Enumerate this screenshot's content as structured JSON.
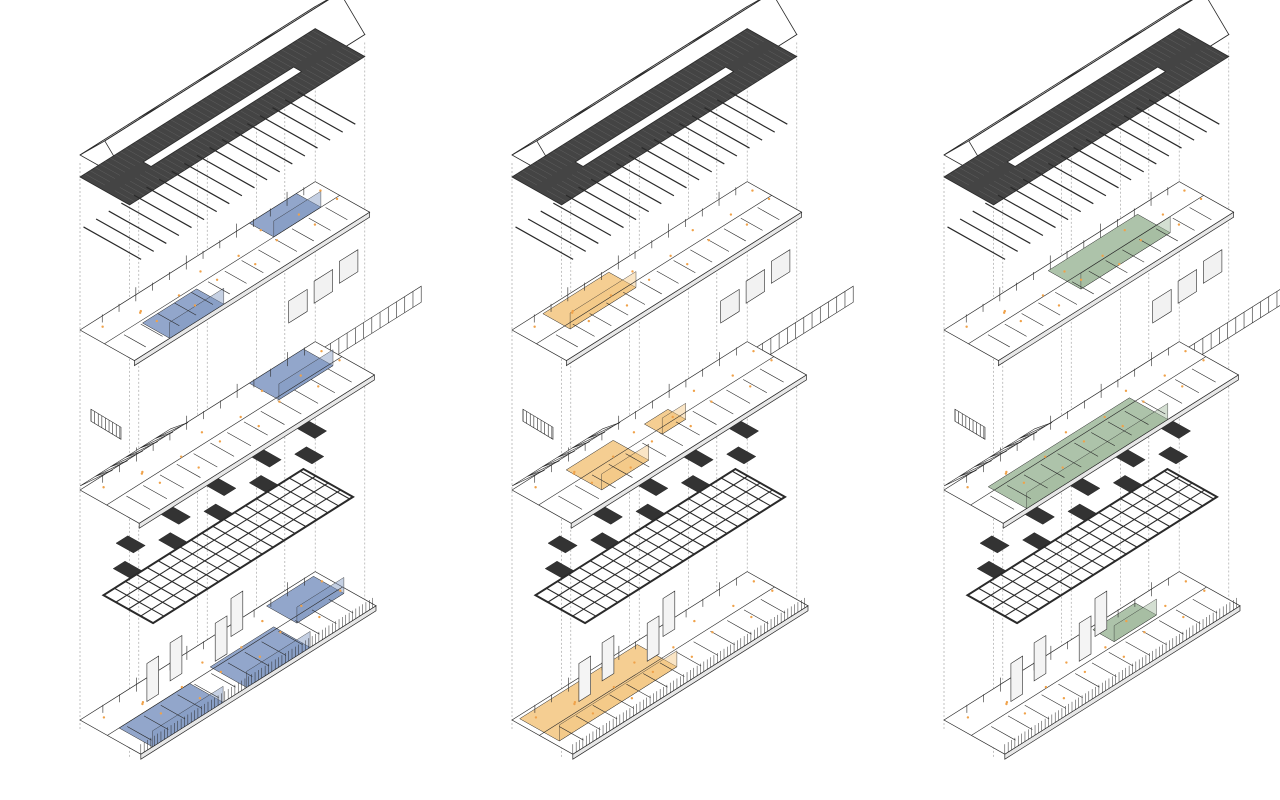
{
  "diagram": {
    "kind": "exploded-axonometric-building",
    "panel_count": 3,
    "panels": [
      {
        "id": "left",
        "highlight_color": "#7f96c2"
      },
      {
        "id": "middle",
        "highlight_color": "#f3c57f"
      },
      {
        "id": "right",
        "highlight_color": "#9fb99b"
      }
    ],
    "layers": [
      "roof-shell",
      "roof-dark-plane",
      "rafters",
      "upper-floor",
      "upper-facade-panels",
      "middle-floor",
      "floor-beams",
      "structural-grid",
      "ground-floor"
    ],
    "colors": {
      "ink": "#2a2a2a",
      "dark_plane": "#444444",
      "guide_line": "#9a9a9a",
      "furniture_accent": "#f0a24a",
      "floor_fill": "#ffffff"
    }
  }
}
